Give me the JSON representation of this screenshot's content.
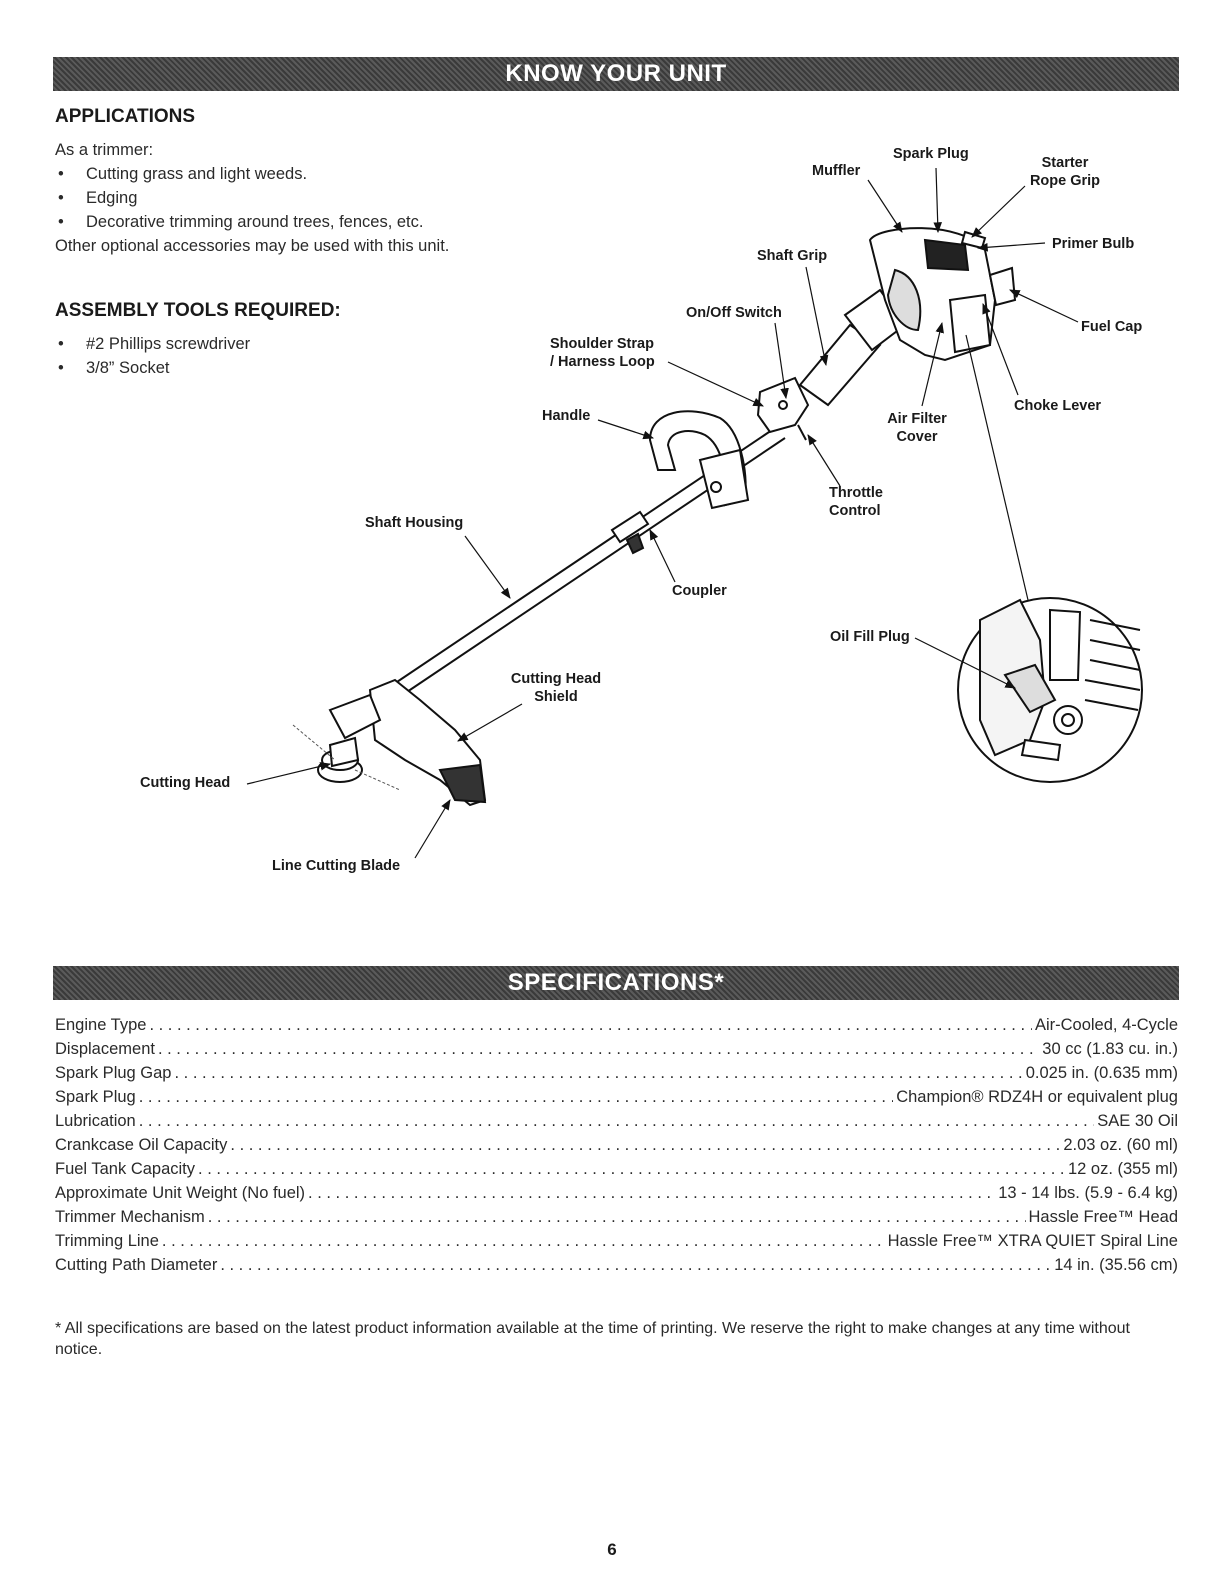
{
  "header": {
    "title": "KNOW YOUR UNIT"
  },
  "applications": {
    "heading": "APPLICATIONS",
    "intro": "As a trimmer:",
    "items": [
      "Cutting grass and light weeds.",
      "Edging",
      "Decorative trimming around trees, fences, etc."
    ],
    "note": "Other optional accessories may be used with this unit."
  },
  "assembly": {
    "heading": "ASSEMBLY TOOLS REQUIRED:",
    "items": [
      "#2 Phillips screwdriver",
      "3/8” Socket"
    ]
  },
  "diagram": {
    "labels": {
      "spark_plug": "Spark Plug",
      "muffler": "Muffler",
      "starter_rope_grip_1": "Starter",
      "starter_rope_grip_2": "Rope Grip",
      "primer_bulb": "Primer Bulb",
      "shaft_grip": "Shaft Grip",
      "fuel_cap": "Fuel Cap",
      "on_off_switch": "On/Off Switch",
      "shoulder_strap_1": "Shoulder Strap",
      "shoulder_strap_2": "/ Harness Loop",
      "handle": "Handle",
      "choke_lever": "Choke Lever",
      "air_filter_1": "Air Filter",
      "air_filter_2": "Cover",
      "throttle_1": "Throttle",
      "throttle_2": "Control",
      "shaft_housing": "Shaft Housing",
      "coupler": "Coupler",
      "oil_fill_plug": "Oil Fill Plug",
      "cutting_head_shield_1": "Cutting Head",
      "cutting_head_shield_2": "Shield",
      "cutting_head": "Cutting Head",
      "line_cutting_blade": "Line Cutting Blade"
    }
  },
  "specs": {
    "title": "SPECIFICATIONS*",
    "rows": [
      {
        "name": "Engine Type",
        "value": "Air-Cooled, 4-Cycle"
      },
      {
        "name": "Displacement",
        "value": "30 cc (1.83 cu. in.)"
      },
      {
        "name": "Spark Plug Gap",
        "value": "0.025 in. (0.635 mm)"
      },
      {
        "name": "Spark Plug",
        "value": "Champion® RDZ4H or equivalent plug"
      },
      {
        "name": "Lubrication",
        "value": "SAE 30 Oil"
      },
      {
        "name": "Crankcase Oil Capacity",
        "value": "2.03 oz. (60 ml)"
      },
      {
        "name": "Fuel Tank Capacity",
        "value": "12 oz. (355 ml)"
      },
      {
        "name": "Approximate Unit Weight (No fuel)",
        "value": "13 - 14 lbs. (5.9 - 6.4 kg)"
      },
      {
        "name": "Trimmer Mechanism",
        "value": "Hassle Free™ Head"
      },
      {
        "name": "Trimming Line",
        "value": "Hassle Free™ XTRA QUIET Spiral Line"
      },
      {
        "name": "Cutting Path Diameter",
        "value": "14 in. (35.56 cm)"
      }
    ],
    "footnote": "* All specifications are based on the latest product information available at the time of printing. We reserve the right to make changes at any time without notice."
  },
  "page_number": "6"
}
